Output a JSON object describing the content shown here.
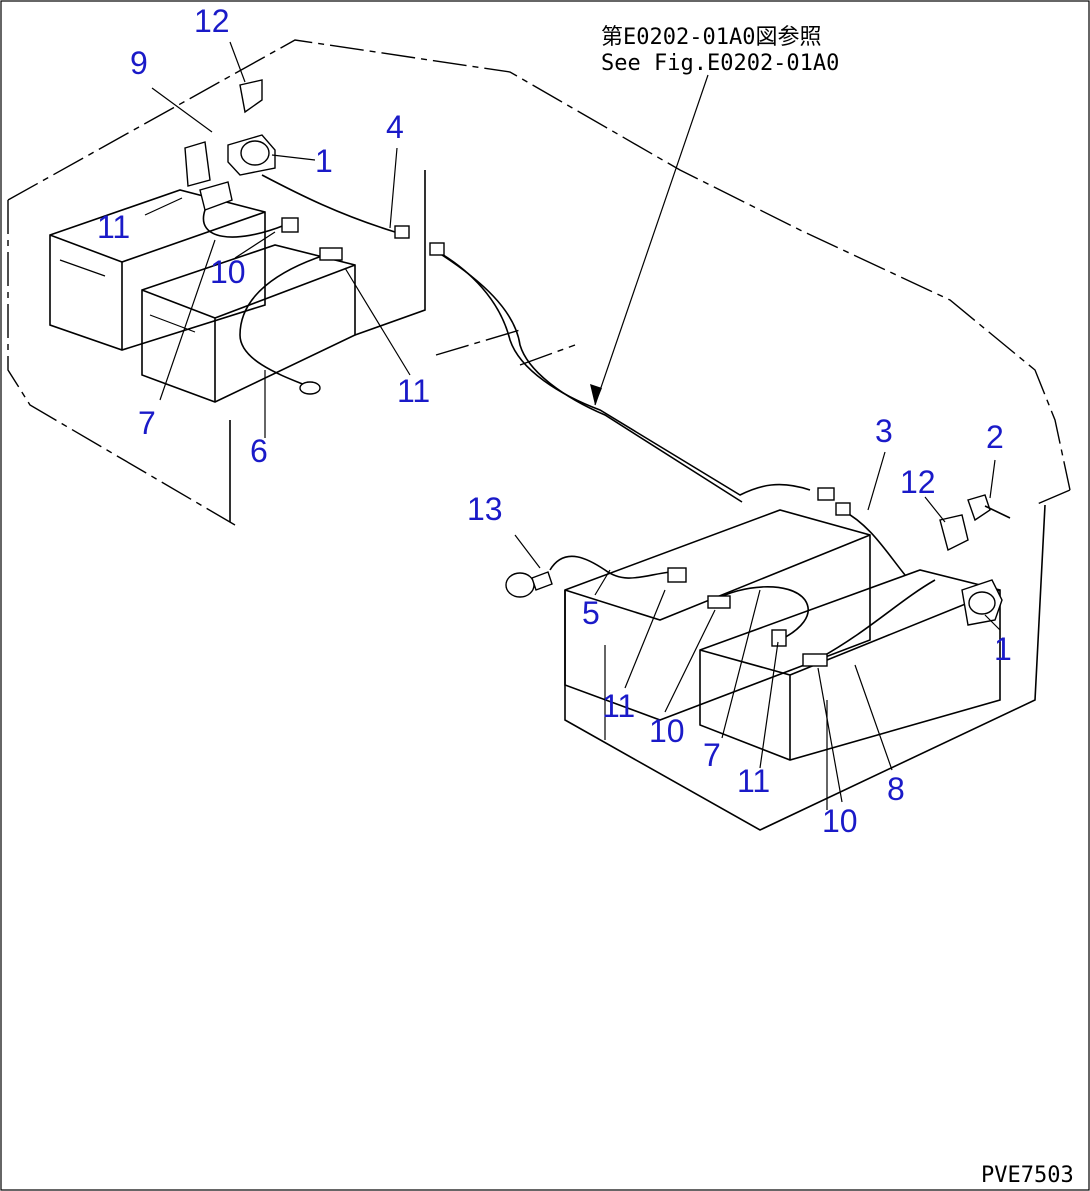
{
  "reference": {
    "line_ja": "第E0202-01A0図参照",
    "line_en": "See Fig.E0202-01A0"
  },
  "drawing_code": "PVE7503",
  "callout_color": "#1a1ac8",
  "callouts": [
    {
      "id": "c12a",
      "label": "12"
    },
    {
      "id": "c9",
      "label": "9"
    },
    {
      "id": "c1a",
      "label": "1"
    },
    {
      "id": "c4",
      "label": "4"
    },
    {
      "id": "c11a",
      "label": "11"
    },
    {
      "id": "c10a",
      "label": "10"
    },
    {
      "id": "c7a",
      "label": "7"
    },
    {
      "id": "c6",
      "label": "6"
    },
    {
      "id": "c11b",
      "label": "11"
    },
    {
      "id": "c3",
      "label": "3"
    },
    {
      "id": "c2",
      "label": "2"
    },
    {
      "id": "c12b",
      "label": "12"
    },
    {
      "id": "c13",
      "label": "13"
    },
    {
      "id": "c5",
      "label": "5"
    },
    {
      "id": "c1b",
      "label": "1"
    },
    {
      "id": "c11c",
      "label": "11"
    },
    {
      "id": "c10b",
      "label": "10"
    },
    {
      "id": "c7b",
      "label": "7"
    },
    {
      "id": "c11d",
      "label": "11"
    },
    {
      "id": "c8",
      "label": "8"
    },
    {
      "id": "c10c",
      "label": "10"
    }
  ]
}
